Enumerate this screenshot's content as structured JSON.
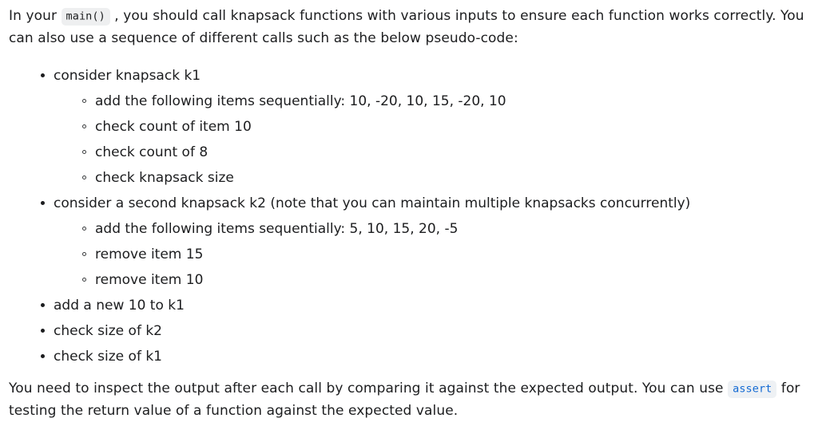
{
  "document": {
    "intro_paragraph": {
      "before_code": "In your ",
      "code": "main()",
      "after_code": " , you should call knapsack functions with various inputs to ensure each function works correctly. You can also use a sequence of different calls such as the below pseudo-code:"
    },
    "list": [
      {
        "text": "consider knapsack k1",
        "children": [
          {
            "text": "add the following items sequentially: 10, -20, 10, 15, -20, 10"
          },
          {
            "text": "check count of item 10"
          },
          {
            "text": "check count of 8"
          },
          {
            "text": "check knapsack size"
          }
        ]
      },
      {
        "text": "consider a second knapsack k2 (note that you can maintain multiple knapsacks concurrently)",
        "children": [
          {
            "text": "add the following items sequentially: 5, 10, 15, 20, -5"
          },
          {
            "text": "remove item 15"
          },
          {
            "text": "remove item 10"
          }
        ]
      },
      {
        "text": "add a new 10 to k1",
        "children": []
      },
      {
        "text": "check size of k2",
        "children": []
      },
      {
        "text": "check size of k1",
        "children": []
      }
    ],
    "outro_paragraph": {
      "before_code": "You need to inspect the output after each call by comparing it against the expected output. You can use ",
      "code": "assert",
      "after_code": " for testing the return value of a function against the expected value."
    }
  },
  "colors": {
    "page_background": "#ffffff",
    "body_text": "#1c1d1f",
    "code_plain_background": "#eeeff0",
    "code_plain_text": "#1c1d1f",
    "code_keyword_background": "#eef1f4",
    "code_keyword_text": "#1269d3",
    "bullet_marker": "#1c1d1f"
  }
}
